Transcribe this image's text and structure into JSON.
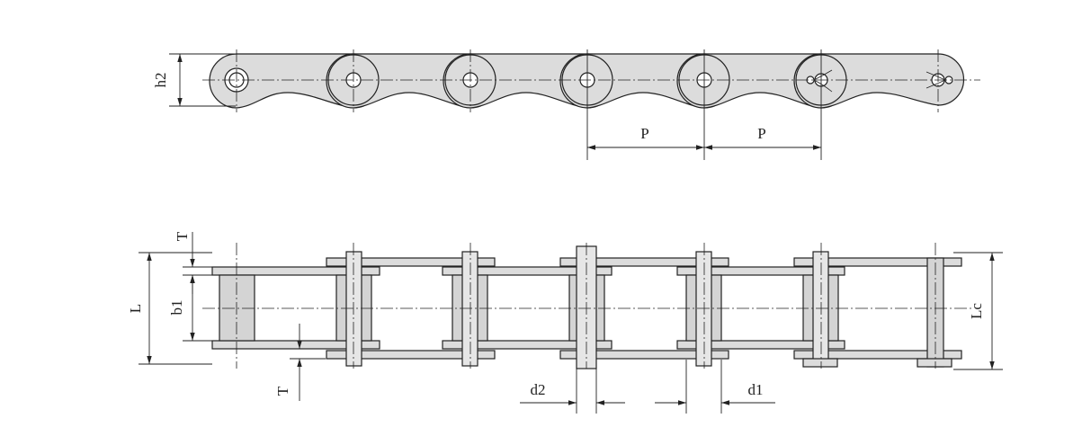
{
  "labels": {
    "h2": "h2",
    "pitch_1": "P",
    "pitch_2": "P",
    "L": "L",
    "b1": "b1",
    "T_top": "T",
    "T_bottom": "T",
    "Lc": "Lc",
    "d2": "d2",
    "d1": "d1"
  }
}
